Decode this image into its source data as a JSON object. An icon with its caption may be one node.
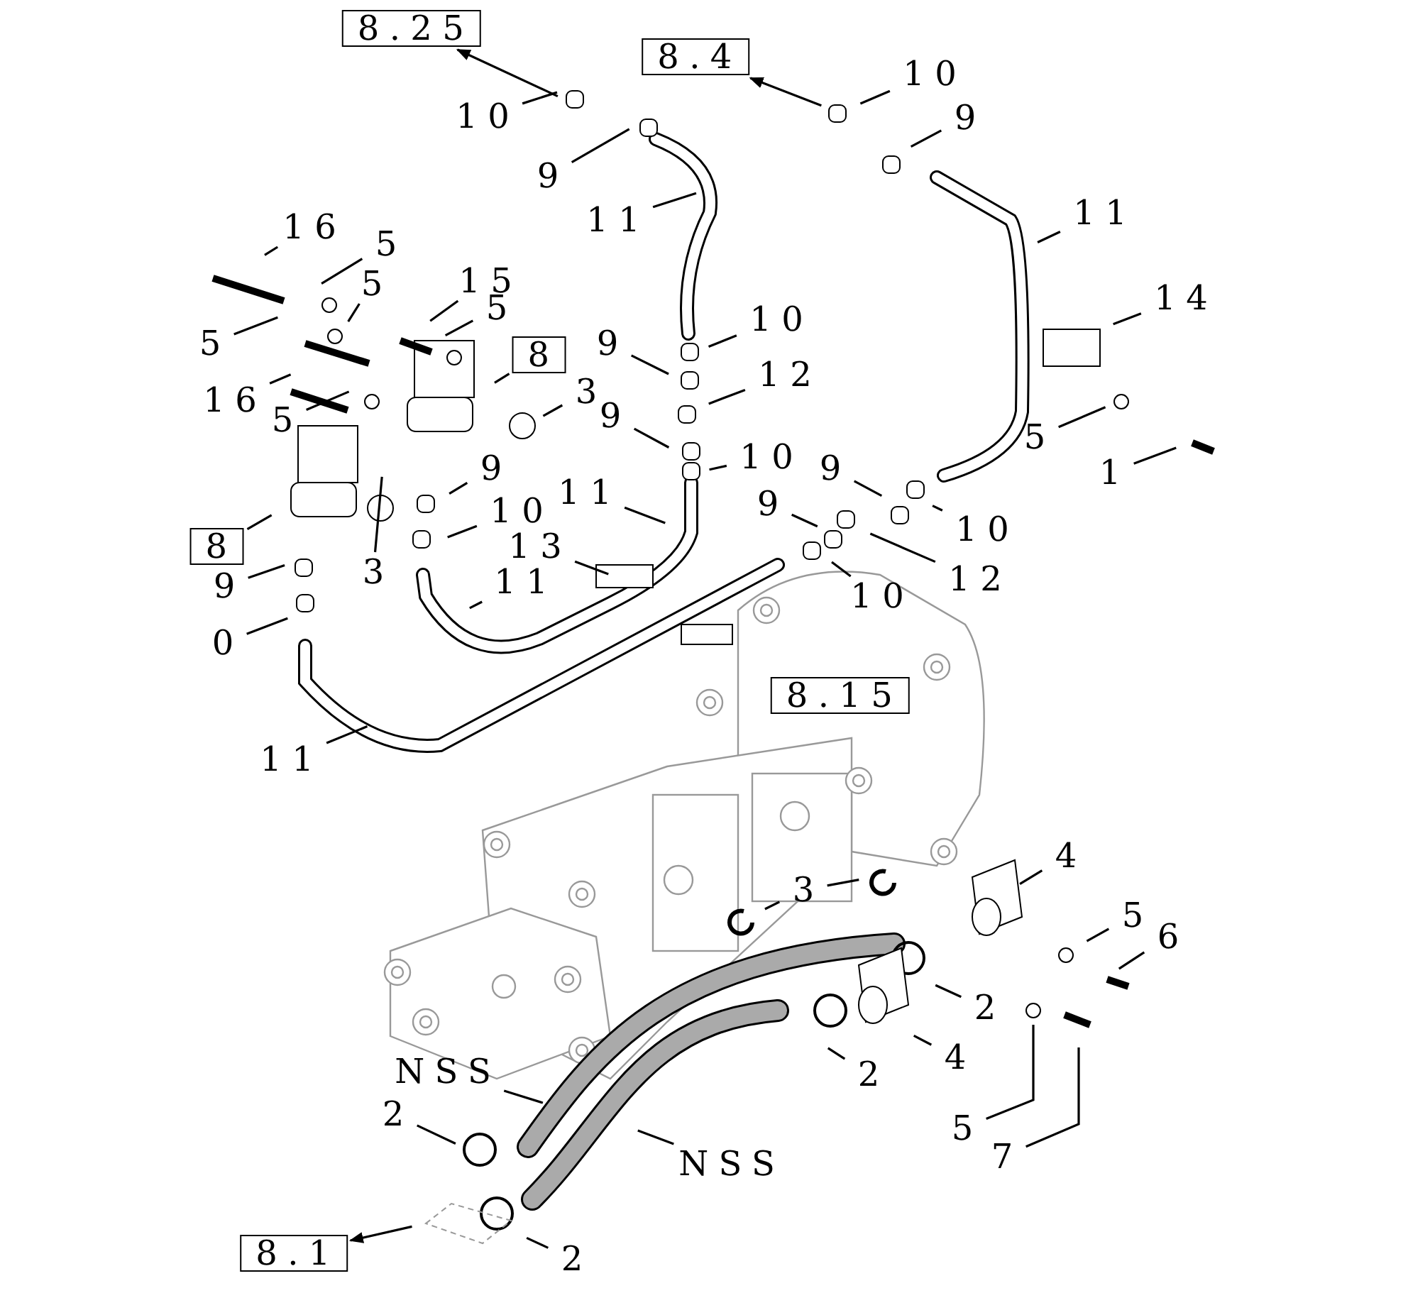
{
  "diagram": {
    "nodes": [
      {
        "text": [
          "8.25"
        ]
      },
      {
        "text": [
          "10"
        ]
      },
      {
        "text": [
          "9"
        ]
      },
      {
        "text": [
          "8.4"
        ]
      },
      {
        "text": [
          "10"
        ]
      },
      {
        "text": [
          "9"
        ]
      },
      {
        "text": [
          "11"
        ]
      },
      {
        "text": [
          "11"
        ]
      },
      {
        "text": [
          "16"
        ]
      },
      {
        "text": [
          "5"
        ]
      },
      {
        "text": [
          "15"
        ]
      },
      {
        "text": [
          "5"
        ]
      },
      {
        "text": [
          "5"
        ]
      },
      {
        "text": [
          "14"
        ]
      },
      {
        "text": [
          "5"
        ]
      },
      {
        "text": [
          "10"
        ]
      },
      {
        "text": [
          "9"
        ]
      },
      {
        "text": [
          "8"
        ]
      },
      {
        "text": [
          "12"
        ]
      },
      {
        "text": [
          "16"
        ]
      },
      {
        "text": [
          "3"
        ]
      },
      {
        "text": [
          "5"
        ]
      },
      {
        "text": [
          "9"
        ]
      },
      {
        "text": [
          "5"
        ]
      },
      {
        "text": [
          "9"
        ]
      },
      {
        "text": [
          "10"
        ]
      },
      {
        "text": [
          "1"
        ]
      },
      {
        "text": [
          "9"
        ]
      },
      {
        "text": [
          "10"
        ]
      },
      {
        "text": [
          "11"
        ]
      },
      {
        "text": [
          "10"
        ]
      },
      {
        "text": [
          "9"
        ]
      },
      {
        "text": [
          "8"
        ]
      },
      {
        "text": [
          "13"
        ]
      },
      {
        "text": [
          "3"
        ]
      },
      {
        "text": [
          "11"
        ]
      },
      {
        "text": [
          "10"
        ]
      },
      {
        "text": [
          "12"
        ]
      },
      {
        "text": [
          "9"
        ]
      },
      {
        "text": [
          "0"
        ]
      },
      {
        "text": [
          "8.15"
        ]
      },
      {
        "text": [
          "11"
        ]
      },
      {
        "text": [
          "4"
        ]
      },
      {
        "text": [
          "3"
        ]
      },
      {
        "text": [
          "5"
        ]
      },
      {
        "text": [
          "6"
        ]
      },
      {
        "text": [
          "2"
        ]
      },
      {
        "text": [
          "4"
        ]
      },
      {
        "text": [
          "2"
        ]
      },
      {
        "text": [
          "NSS"
        ]
      },
      {
        "text": [
          "2"
        ]
      },
      {
        "text": [
          "5"
        ]
      },
      {
        "text": [
          "7"
        ]
      },
      {
        "text": [
          "NSS"
        ]
      },
      {
        "text": [
          "2"
        ]
      },
      {
        "text": [
          "8.1"
        ]
      }
    ],
    "edges": [
      {
        "from": null,
        "to": 0,
        "arrow": "to"
      },
      {
        "from": 1,
        "to": null,
        "arrow": "none"
      },
      {
        "from": 2,
        "to": null,
        "arrow": "none"
      },
      {
        "from": null,
        "to": 3,
        "arrow": "to"
      },
      {
        "from": 4,
        "to": null,
        "arrow": "none"
      },
      {
        "from": 5,
        "to": null,
        "arrow": "none"
      },
      {
        "from": 6,
        "to": null,
        "arrow": "none"
      },
      {
        "from": 7,
        "to": null,
        "arrow": "none"
      },
      {
        "from": 8,
        "to": null,
        "arrow": "none"
      },
      {
        "from": 9,
        "to": null,
        "arrow": "none"
      },
      {
        "from": 10,
        "to": null,
        "arrow": "none"
      },
      {
        "from": 11,
        "to": null,
        "arrow": "none"
      },
      {
        "from": 12,
        "to": null,
        "arrow": "none"
      },
      {
        "from": 13,
        "to": null,
        "arrow": "none"
      },
      {
        "from": 14,
        "to": null,
        "arrow": "none"
      },
      {
        "from": 15,
        "to": null,
        "arrow": "none"
      },
      {
        "from": 16,
        "to": null,
        "arrow": "none"
      },
      {
        "from": 17,
        "to": null,
        "arrow": "none"
      },
      {
        "from": 18,
        "to": null,
        "arrow": "none"
      },
      {
        "from": 19,
        "to": null,
        "arrow": "none"
      },
      {
        "from": 20,
        "to": null,
        "arrow": "none"
      },
      {
        "from": 21,
        "to": null,
        "arrow": "none"
      },
      {
        "from": 22,
        "to": null,
        "arrow": "none"
      },
      {
        "from": 23,
        "to": null,
        "arrow": "none"
      },
      {
        "from": 24,
        "to": null,
        "arrow": "none"
      },
      {
        "from": 25,
        "to": null,
        "arrow": "none"
      },
      {
        "from": 26,
        "to": null,
        "arrow": "none"
      },
      {
        "from": 27,
        "to": null,
        "arrow": "none"
      },
      {
        "from": 28,
        "to": null,
        "arrow": "none"
      },
      {
        "from": 29,
        "to": null,
        "arrow": "none"
      },
      {
        "from": 30,
        "to": null,
        "arrow": "none"
      },
      {
        "from": 31,
        "to": null,
        "arrow": "none"
      },
      {
        "from": 32,
        "to": null,
        "arrow": "none"
      },
      {
        "from": 33,
        "to": null,
        "arrow": "none"
      },
      {
        "from": 34,
        "to": null,
        "arrow": "none"
      },
      {
        "from": 35,
        "to": null,
        "arrow": "none"
      },
      {
        "from": 36,
        "to": null,
        "arrow": "none"
      },
      {
        "from": 37,
        "to": null,
        "arrow": "none"
      },
      {
        "from": 38,
        "to": null,
        "arrow": "none"
      },
      {
        "from": 39,
        "to": null,
        "arrow": "none"
      },
      {
        "from": 41,
        "to": null,
        "arrow": "none"
      },
      {
        "from": 42,
        "to": null,
        "arrow": "none"
      },
      {
        "from": 43,
        "to": null,
        "arrow": "none"
      },
      {
        "from": 43,
        "to": null,
        "arrow": "none"
      },
      {
        "from": 44,
        "to": null,
        "arrow": "none"
      },
      {
        "from": 45,
        "to": null,
        "arrow": "none"
      },
      {
        "from": 46,
        "to": null,
        "arrow": "none"
      },
      {
        "from": 47,
        "to": null,
        "arrow": "none"
      },
      {
        "from": 48,
        "to": null,
        "arrow": "none"
      },
      {
        "from": 49,
        "to": null,
        "arrow": "none"
      },
      {
        "from": 50,
        "to": null,
        "arrow": "none"
      },
      {
        "from": 51,
        "to": null,
        "arrow": "none"
      },
      {
        "from": 52,
        "to": null,
        "arrow": "none"
      },
      {
        "from": 53,
        "to": null,
        "arrow": "none"
      },
      {
        "from": 54,
        "to": null,
        "arrow": "none"
      },
      {
        "from": null,
        "to": 55,
        "arrow": "to"
      }
    ]
  }
}
